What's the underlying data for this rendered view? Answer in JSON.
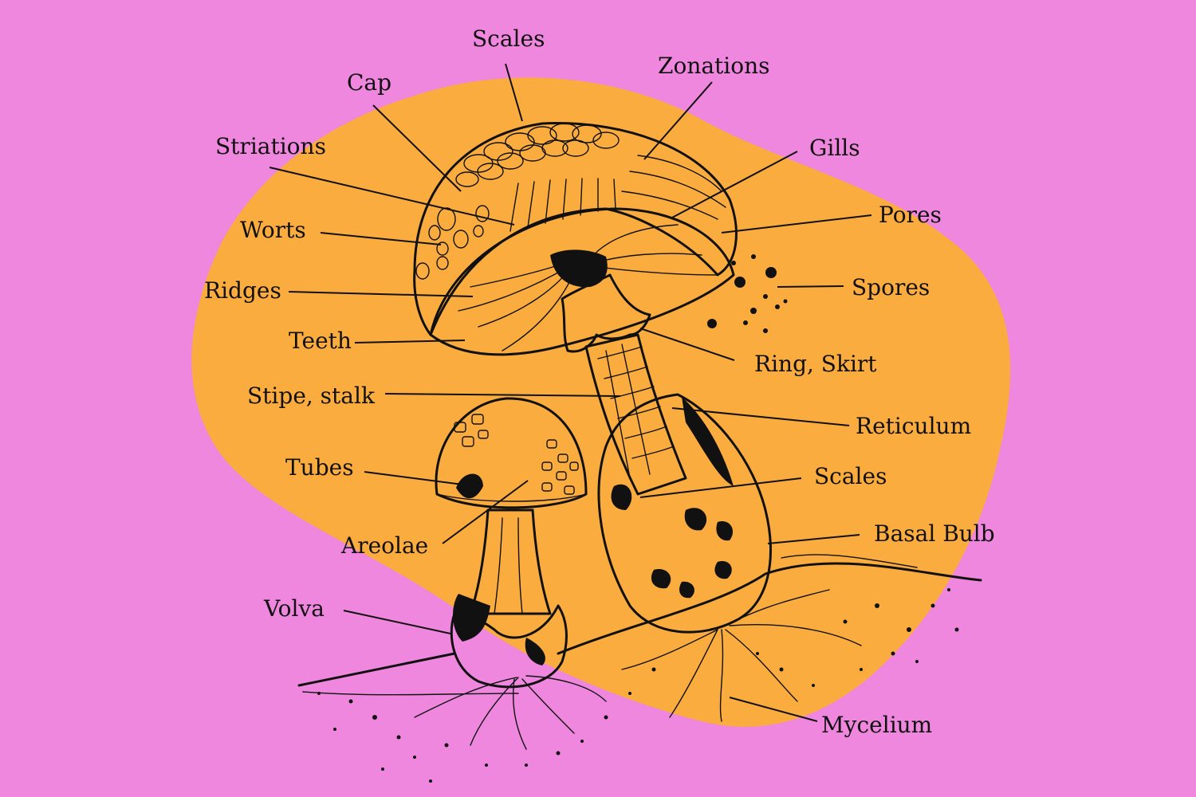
{
  "colors": {
    "background": "#ee87dd",
    "blob": "#fbac3e",
    "ink": "#111111"
  },
  "labels": {
    "scales_top": "Scales",
    "zonations": "Zonations",
    "cap": "Cap",
    "striations": "Striations",
    "gills": "Gills",
    "pores": "Pores",
    "worts": "Worts",
    "spores": "Spores",
    "ridges": "Ridges",
    "teeth": "Teeth",
    "ring_skirt": "Ring, Skirt",
    "stipe_stalk": "Stipe, stalk",
    "reticulum": "Reticulum",
    "tubes": "Tubes",
    "scales_bottom": "Scales",
    "basal_bulb": "Basal Bulb",
    "areolae": "Areolae",
    "volva": "Volva",
    "mycelium": "Mycelium"
  }
}
